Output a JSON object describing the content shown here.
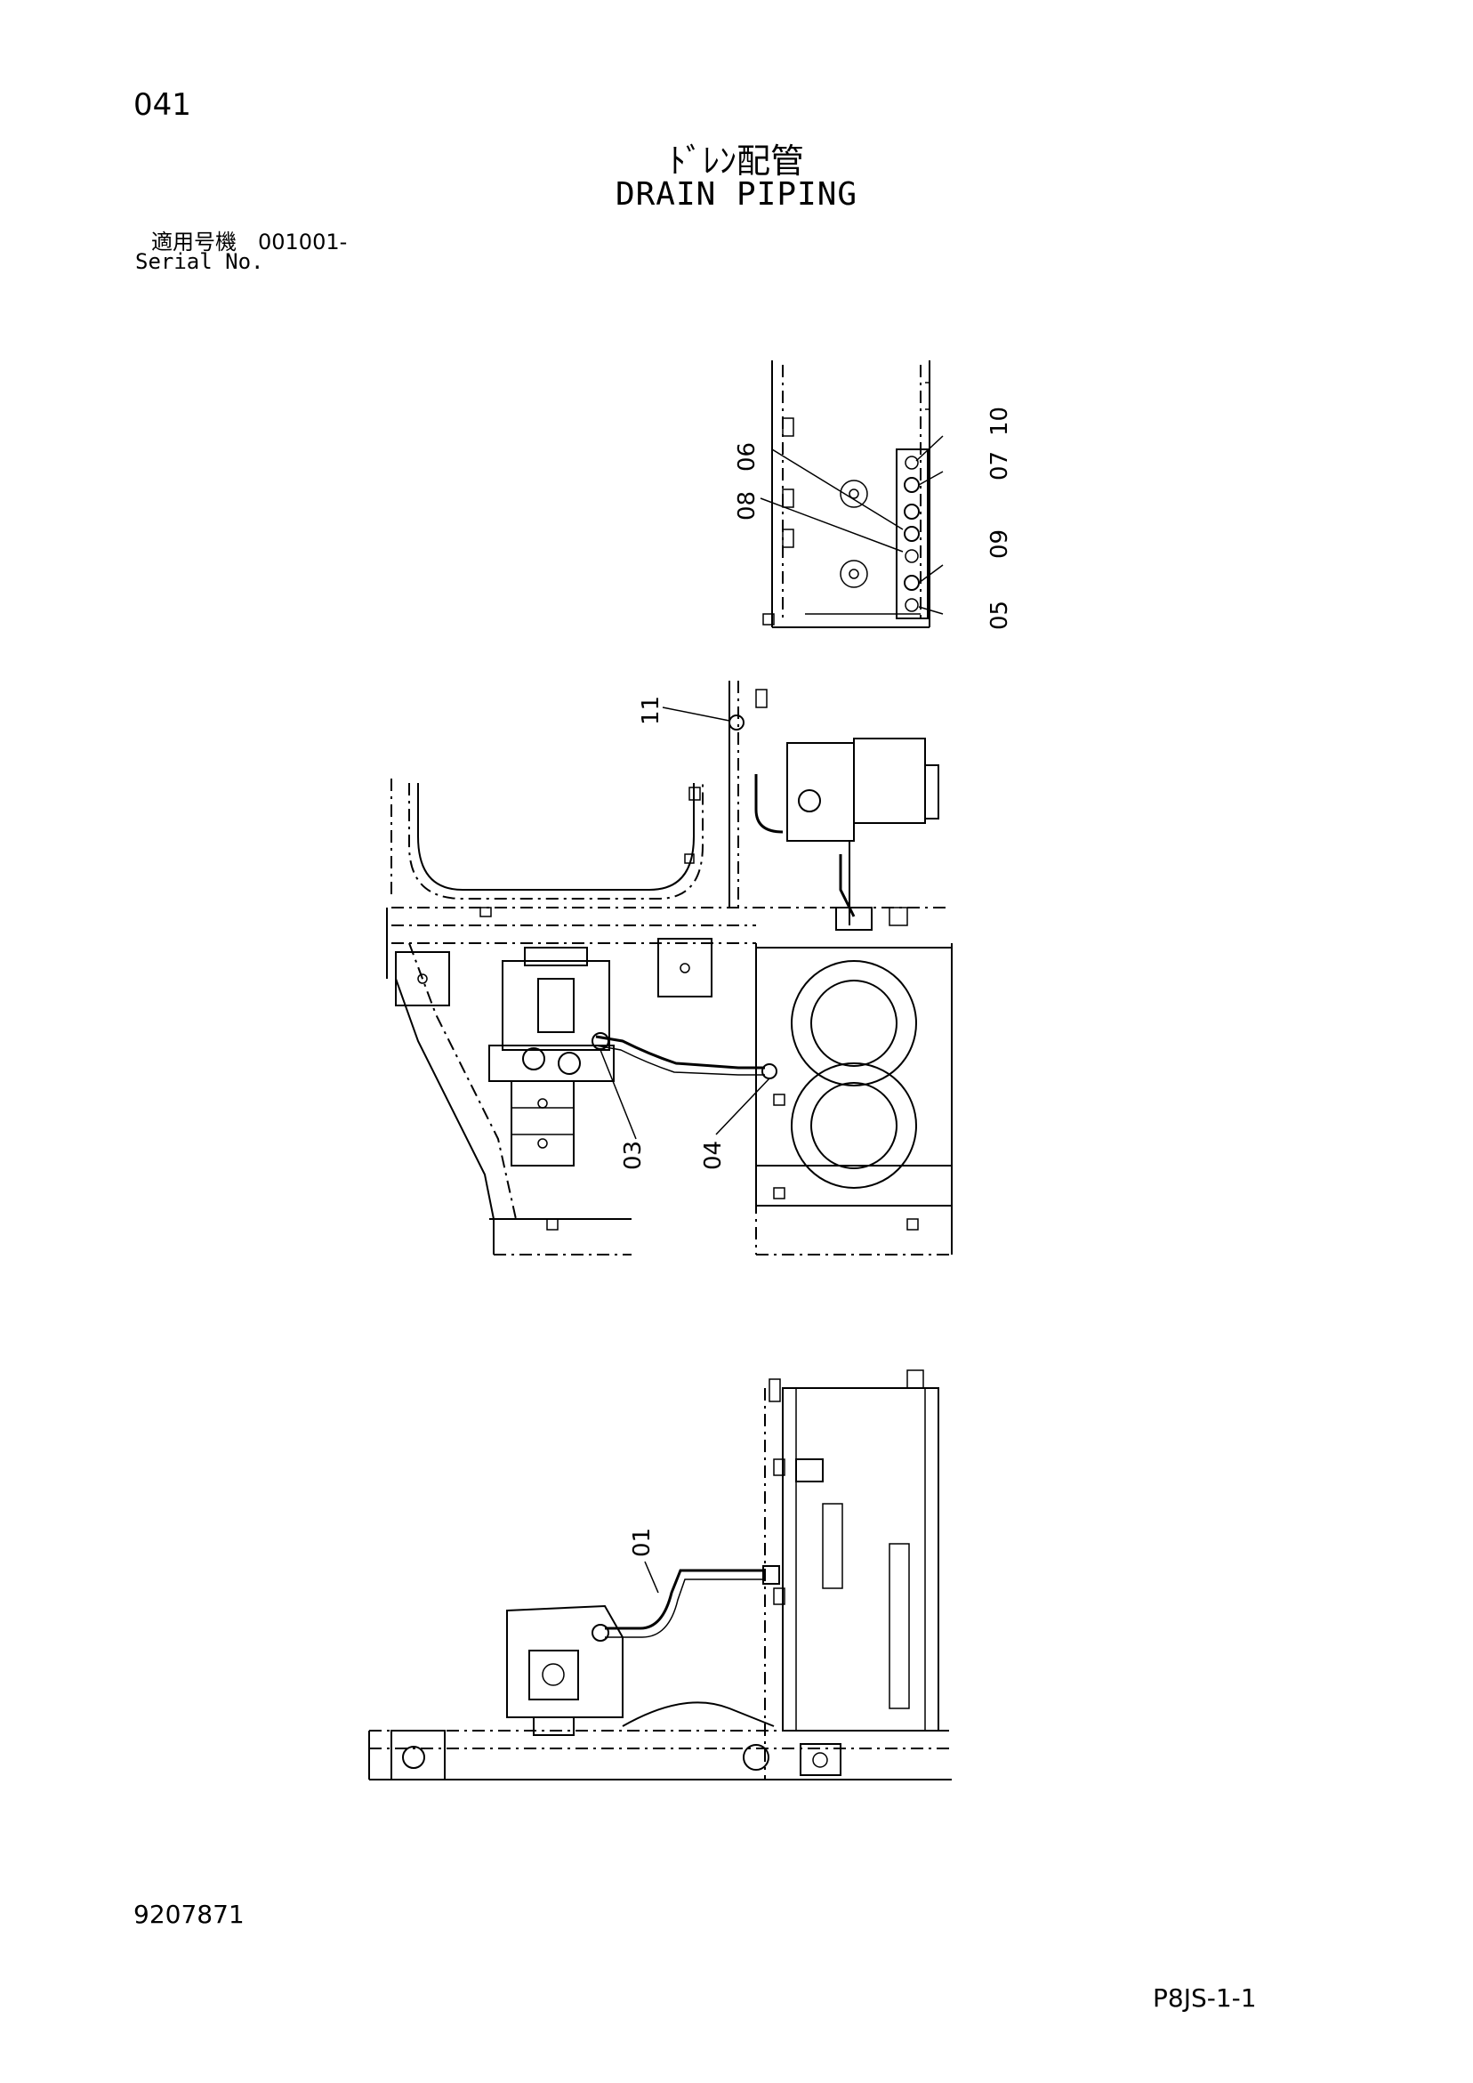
{
  "header": {
    "page_number": "041",
    "title_jp": "ﾄﾞﾚﾝ配管",
    "title_en": "DRAIN PIPING",
    "serial_label_jp": "適用号機　001001-",
    "serial_label_en": "Serial No."
  },
  "footer": {
    "drawing_number": "9207871",
    "sheet_id": "P8JS-1-1"
  },
  "callouts": {
    "c01": "01",
    "c03": "03",
    "c04": "04",
    "c05": "05",
    "c06": "06",
    "c07": "07",
    "c08": "08",
    "c09": "09",
    "c10": "10",
    "c11": "11"
  }
}
